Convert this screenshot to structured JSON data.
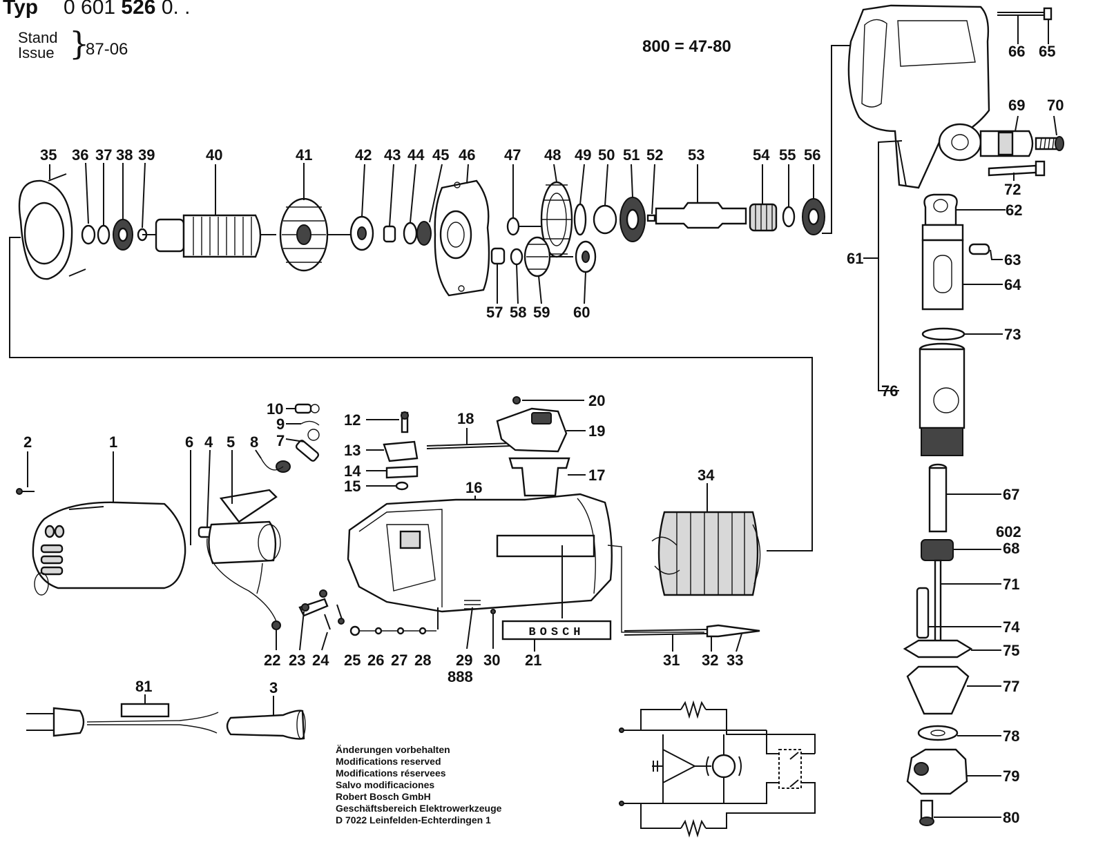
{
  "header": {
    "typ_label": "Typ",
    "typ_number_prefix": "0 601",
    "typ_number_bold": "526",
    "typ_number_suffix": "0. .",
    "stand_label": "Stand",
    "issue_label": "Issue",
    "brace": "}",
    "date": "87-06",
    "note": "800 = 47-80"
  },
  "labels": {
    "l1": "1",
    "l2": "2",
    "l3": "3",
    "l4": "4",
    "l5": "5",
    "l6": "6",
    "l7": "7",
    "l8": "8",
    "l9": "9",
    "l10": "10",
    "l12": "12",
    "l13": "13",
    "l14": "14",
    "l15": "15",
    "l16": "16",
    "l17": "17",
    "l18": "18",
    "l19": "19",
    "l20": "20",
    "l21": "21",
    "l22": "22",
    "l23": "23",
    "l24": "24",
    "l25": "25",
    "l26": "26",
    "l27": "27",
    "l28": "28",
    "l29": "29",
    "l30": "30",
    "l31": "31",
    "l32": "32",
    "l33": "33",
    "l34": "34",
    "l35": "35",
    "l36": "36",
    "l37": "37",
    "l38": "38",
    "l39": "39",
    "l40": "40",
    "l41": "41",
    "l42": "42",
    "l43": "43",
    "l44": "44",
    "l45": "45",
    "l46": "46",
    "l47": "47",
    "l48": "48",
    "l49": "49",
    "l50": "50",
    "l51": "51",
    "l52": "52",
    "l53": "53",
    "l54": "54",
    "l55": "55",
    "l56": "56",
    "l57": "57",
    "l58": "58",
    "l59": "59",
    "l60": "60",
    "l61": "61",
    "l62": "62",
    "l63": "63",
    "l64": "64",
    "l65": "65",
    "l66": "66",
    "l67": "67",
    "l68": "68",
    "l69": "69",
    "l70": "70",
    "l71": "71",
    "l72": "72",
    "l73": "73",
    "l74": "74",
    "l75": "75",
    "l76": "76",
    "l77": "77",
    "l78": "78",
    "l79": "79",
    "l80": "80",
    "l81": "81",
    "l602": "602",
    "l888": "888"
  },
  "nameplate": "BOSCH",
  "notes": [
    "Änderungen vorbehalten",
    "Modifications reserved",
    "Modifications réservees",
    "Salvo modificaciones",
    "Robert Bosch GmbH",
    "Geschäftsbereich Elektrowerkzeuge",
    "D 7022 Leinfelden-Echterdingen 1"
  ]
}
